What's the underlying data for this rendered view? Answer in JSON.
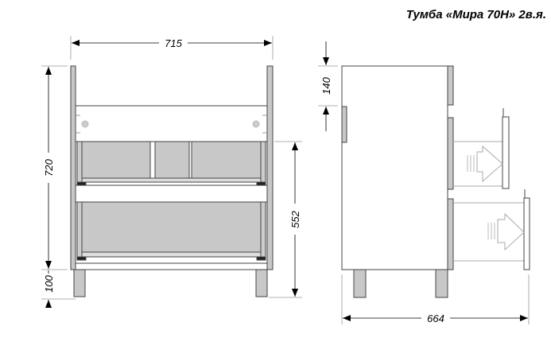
{
  "title": "Тумба «Мира 70Н» 2в.я.",
  "dimensions": {
    "width": "715",
    "height": "720",
    "leg_height": "100",
    "drawer_height": "552",
    "top_offset": "140",
    "depth": "664"
  },
  "colors": {
    "panel": "#c8c8c8",
    "line": "#333333",
    "guide": "#999999"
  }
}
